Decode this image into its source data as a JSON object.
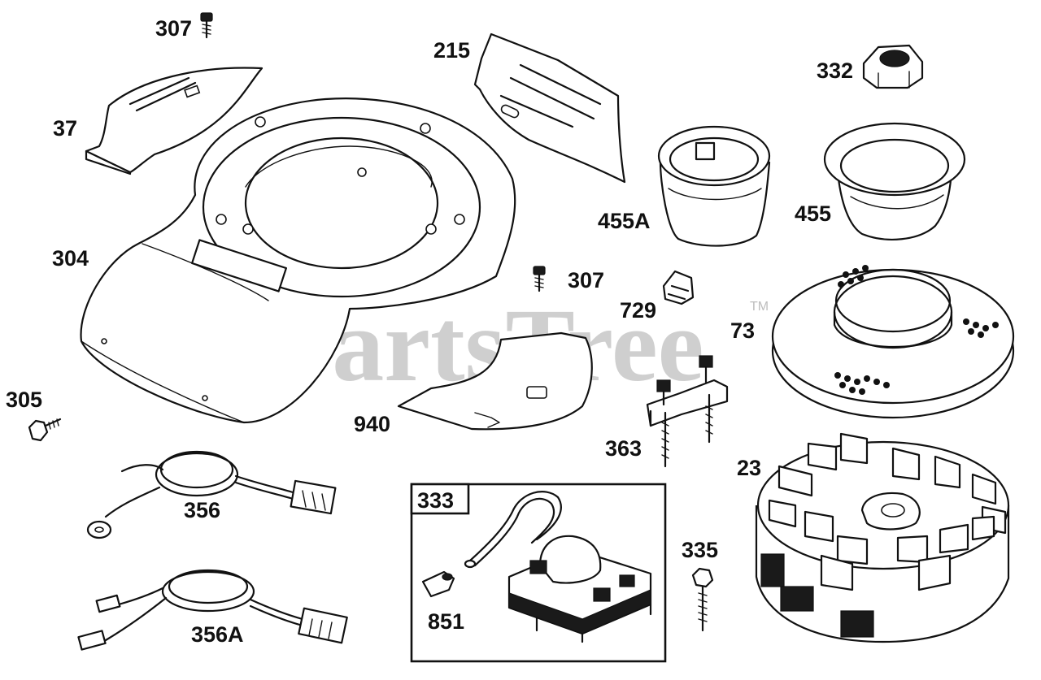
{
  "watermark": {
    "text": "PartsTree",
    "trademark": "TM"
  },
  "callout_box": {
    "label": "333"
  },
  "parts": [
    {
      "id": "307",
      "part": "screw"
    },
    {
      "id": "215",
      "part": "shield"
    },
    {
      "id": "332",
      "part": "nut"
    },
    {
      "id": "37",
      "part": "air-guide"
    },
    {
      "id": "455A",
      "part": "cup"
    },
    {
      "id": "455",
      "part": "cup"
    },
    {
      "id": "304",
      "part": "blower-housing"
    },
    {
      "id": "307",
      "part": "screw"
    },
    {
      "id": "729",
      "part": "clip"
    },
    {
      "id": "73",
      "part": "screen"
    },
    {
      "id": "305",
      "part": "screw"
    },
    {
      "id": "940",
      "part": "baffle"
    },
    {
      "id": "363",
      "part": "bracket"
    },
    {
      "id": "23",
      "part": "flywheel"
    },
    {
      "id": "356",
      "part": "wire"
    },
    {
      "id": "333",
      "part": "armature"
    },
    {
      "id": "335",
      "part": "screw"
    },
    {
      "id": "851",
      "part": "terminal"
    },
    {
      "id": "356A",
      "part": "wire"
    }
  ]
}
